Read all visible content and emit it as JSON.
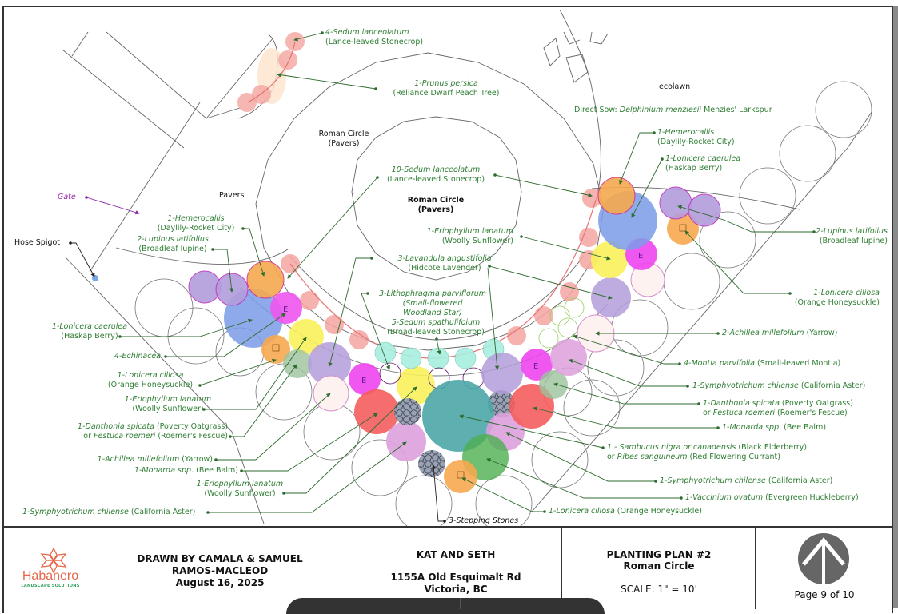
{
  "plan": {
    "areas": {
      "ecolawn": "ecolawn",
      "direct_sow_prefix": "Direct Sow: ",
      "direct_sow_species": "Delphinium menziesii",
      "direct_sow_common": " Menzies' Larkspur",
      "pavers": "Pavers",
      "roman_circle_outer_1": "Roman Circle",
      "roman_circle_outer_2": "(Pavers)",
      "roman_circle_inner_1": "Roman Circle",
      "roman_circle_inner_2": "(Pavers)",
      "gate": "Gate",
      "hose_spigot": "Hose Spigot"
    },
    "labels": {
      "sedum4": {
        "sp": "4-Sedum lanceolatum",
        "common": "(Lance-leaved Stonecrop)"
      },
      "prunus": {
        "sp": "1-Prunus persica",
        "common": "(Reliance Dwarf Peach Tree)"
      },
      "hemero_r": {
        "sp": "1-Hemerocallis",
        "common": "(Daylily-Rocket City)"
      },
      "lonicera_caer_r": {
        "sp": "1-Lonicera caerulea",
        "common": "(Haskap Berry)"
      },
      "lupinus_r": {
        "sp": "2-Lupinus latifolius",
        "common": "(Broadleaf lupine)"
      },
      "lonicera_cil_r": {
        "sp": "1-Lonicera ciliosa",
        "common": "(Orange Honeysuckle)"
      },
      "sedum10": {
        "sp": "10-Sedum lanceolatum",
        "common": "(Lance-leaved Stonecrop)"
      },
      "erio_c": {
        "sp": "1-Eriophyllum lanatum",
        "common": "(Woolly Sunflower)"
      },
      "lavandula": {
        "sp": "3-Lavandula angustifolia",
        "common": "(Hidcote Lavender)"
      },
      "lithophragma": {
        "sp": "3-Lithophragma parviflorum",
        "common1": "(Small-flowered",
        "common2": "Woodland Star)"
      },
      "sedum5": {
        "sp": "5-Sedum spathulifoium",
        "common": "(Broad-leaved Stonecrop)"
      },
      "hemero_l": {
        "sp": "1-Hemerocallis",
        "common": "(Daylily-Rocket City)"
      },
      "lupinus_l": {
        "sp": "2-Lupinus latifolius",
        "common": "(Broadleaf lupine)"
      },
      "lonicera_caer_l": {
        "sp": "1-Lonicera caerulea",
        "common": "(Haskap Berry)"
      },
      "echinacea": {
        "sp": "4-Echinacea"
      },
      "lonicera_cil_l": {
        "sp": "1-Lonicera ciliosa",
        "common": "(Orange Honeysuckle)"
      },
      "erio_l1": {
        "sp": "1-Eriophyllum lanatum",
        "common": "(Woolly Sunflower)"
      },
      "danthonia_l": {
        "sp": "1-Danthonia spicata",
        "common": " (Poverty Oatgrass)",
        "or": "or ",
        "sp2": "Festuca roemeri",
        "common2": " (Roemer's Fescue)"
      },
      "achillea_l": {
        "sp": "1-Achillea millefolium",
        "common": " (Yarrow)"
      },
      "monarda_l": {
        "sp": "1-Monarda spp.",
        "common": " (Bee Balm)"
      },
      "erio_l2": {
        "sp": "1-Eriophyllum lanatum",
        "common": "(Woolly Sunflower)"
      },
      "symph_l": {
        "sp": "1-Symphyotrichum chilense",
        "common": " (California Aster)"
      },
      "achillea_r": {
        "sp": "2-Achillea millefolium",
        "common": " (Yarrow)"
      },
      "montia": {
        "sp": "4-Montia parvifolia",
        "common": " (Small-leaved Montia)"
      },
      "symph_r1": {
        "sp": "1-Symphyotrichum chilense",
        "common": " (California Aster)"
      },
      "danthonia_r": {
        "sp": "1-Danthonia spicata",
        "common": " (Poverty Oatgrass)",
        "or": "or ",
        "sp2": "Festuca roemeri",
        "common2": " (Roemer's Fescue)"
      },
      "monarda_r": {
        "sp": "1-Monarda spp.",
        "common": " (Bee Balm)"
      },
      "sambucus": {
        "sp": "1 - Sambucus nigra or canadensis",
        "common": " (Black Elderberry)",
        "or": "or ",
        "sp2": "Ribes sanguineum",
        "common2": " (Red Flowering Currant)"
      },
      "symph_r2": {
        "sp": "1-Symphyotrichum chilense",
        "common": " (California Aster)"
      },
      "vaccinium": {
        "sp": "1-Vaccinium ovatum",
        "common": " (Evergreen Huckleberry)"
      },
      "lonicera_cil_b": {
        "sp": "1-Lonicera ciliosa",
        "common": " (Orange Honeysuckle)"
      },
      "stepping": {
        "sp": "3-Stepping Stones"
      }
    },
    "markers": {
      "evergreen": "E"
    }
  },
  "title_block": {
    "logo_name": "Habanero",
    "logo_tagline": "LANDSCAPE SOLUTIONS",
    "drawn_by_1": "DRAWN BY CAMALA & SAMUEL",
    "drawn_by_2": "RAMOS-MACLEOD",
    "date": "August 16, 2025",
    "client": "KAT AND SETH",
    "address_1": "1155A Old Esquimalt Rd",
    "address_2": "Victoria, BC",
    "plan_title": "PLANTING PLAN #2",
    "plan_subtitle": "Roman Circle",
    "scale": "SCALE: 1\" = 10'",
    "page": "Page 9 of 10"
  },
  "colors": {
    "label_green": "#2e7d32",
    "gate_purple": "#9c27b0",
    "brand_orange": "#e8674a",
    "brand_green": "#2e9e5b"
  }
}
